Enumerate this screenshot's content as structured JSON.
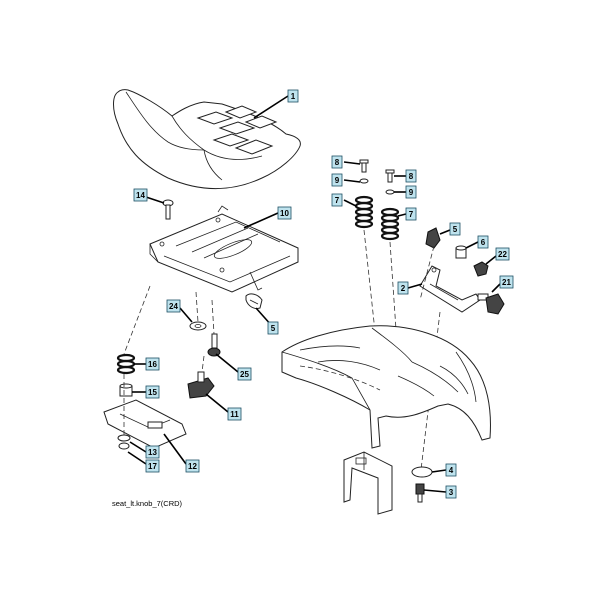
{
  "diagram_caption": "seat_lt.knob_7(CRD)",
  "callouts": [
    {
      "id": "c1",
      "label": "1"
    },
    {
      "id": "c14",
      "label": "14"
    },
    {
      "id": "c10",
      "label": "10"
    },
    {
      "id": "c24",
      "label": "24"
    },
    {
      "id": "c5a",
      "label": "5"
    },
    {
      "id": "c16",
      "label": "16"
    },
    {
      "id": "c25",
      "label": "25"
    },
    {
      "id": "c15",
      "label": "15"
    },
    {
      "id": "c11",
      "label": "11"
    },
    {
      "id": "c13",
      "label": "13"
    },
    {
      "id": "c12",
      "label": "12"
    },
    {
      "id": "c17",
      "label": "17"
    },
    {
      "id": "c8a",
      "label": "8"
    },
    {
      "id": "c8b",
      "label": "8"
    },
    {
      "id": "c9a",
      "label": "9"
    },
    {
      "id": "c9b",
      "label": "9"
    },
    {
      "id": "c7a",
      "label": "7"
    },
    {
      "id": "c7b",
      "label": "7"
    },
    {
      "id": "c5b",
      "label": "5"
    },
    {
      "id": "c6",
      "label": "6"
    },
    {
      "id": "c22",
      "label": "22"
    },
    {
      "id": "c2",
      "label": "2"
    },
    {
      "id": "c21",
      "label": "21"
    },
    {
      "id": "c4",
      "label": "4"
    },
    {
      "id": "c3",
      "label": "3"
    }
  ]
}
